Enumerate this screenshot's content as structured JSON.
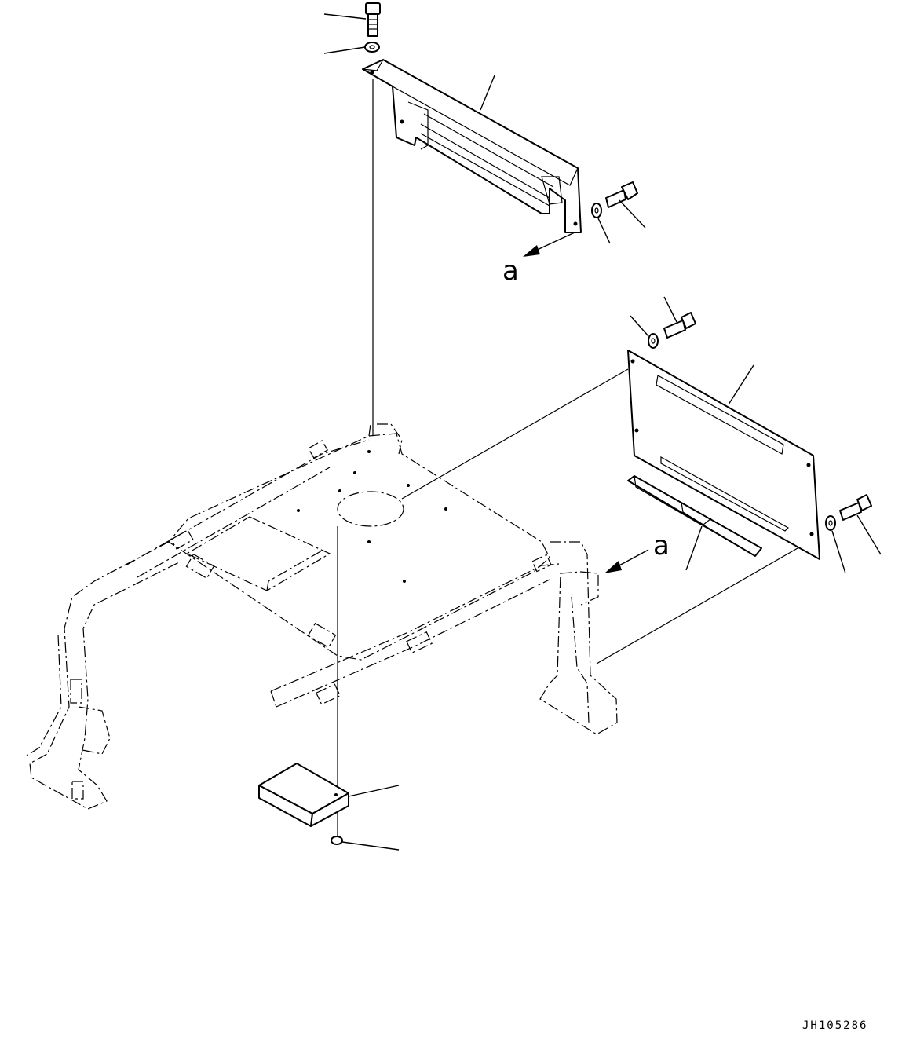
{
  "callouts": {
    "upper": "a",
    "lower": "a"
  },
  "drawing_id": "JH105286",
  "colors": {
    "line": "#000000",
    "background": "#ffffff"
  }
}
